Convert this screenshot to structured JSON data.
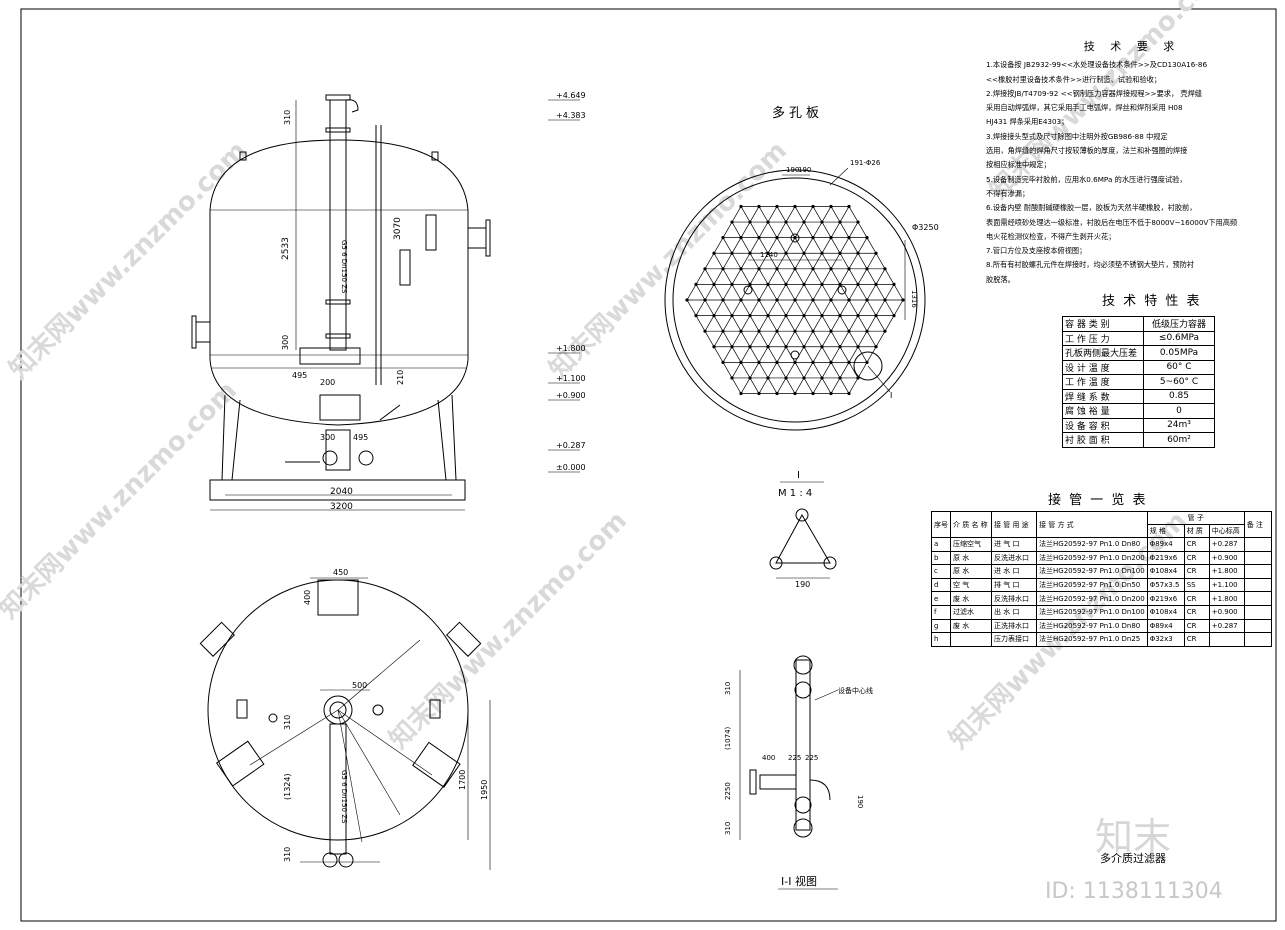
{
  "watermark": {
    "diag_text": "知末网www.znzmo.com",
    "logo_text": "知末",
    "id_text": "ID: 1138111304"
  },
  "drawing_name": "多介质过滤器",
  "perforated_plate": {
    "title": "多孔板",
    "dims": [
      "190",
      "190",
      "191-Φ26",
      "Φ3250",
      "1140",
      "1316",
      "I"
    ]
  },
  "detail_I": {
    "title": "I",
    "scale": "M 1 : 4",
    "dims": [
      "190"
    ]
  },
  "section_view": {
    "title": "I-I 视图",
    "dims": [
      "310",
      "(1074)",
      "400",
      "225",
      "225",
      "190",
      "2250",
      "310"
    ],
    "callout": "设备中心线"
  },
  "elevations": [
    "+4.649",
    "+4.383",
    "+1.800",
    "+1.100",
    "+0.900",
    "+0.287",
    "±0.000"
  ],
  "front_view": {
    "dims": [
      "310",
      "2533",
      "3070",
      "300",
      "495",
      "200",
      "210",
      "300",
      "495",
      "2040",
      "3200"
    ],
    "pipe_label": "G5 6 Dn150 ZS"
  },
  "plan_view": {
    "dims": [
      "450",
      "400",
      "500",
      "310",
      "(1324)",
      "1700",
      "1950",
      "310"
    ]
  },
  "tech_requirements": {
    "title": "技 术 要 求",
    "items": [
      "1.本设备按 JB2932-99<<水处理设备技术条件>>及CD130A16-86",
      "  <<橡胶衬里设备技术条件>>进行制造、试验和验收；",
      "2.焊接按JB/T4709-92 <<钢制压力容器焊接规程>>要求， 壳焊缝",
      "  采用自动焊弧焊，其它采用手工电弧焊，焊丝和焊剂采用 H08",
      "  HJ431 焊条采用E4303；",
      "3.焊接接头型式及尺寸除图中注明外按GB986-88 中规定",
      "  选用，角焊缝的焊角尺寸按较薄板的厚度，法兰和补强圈的焊接",
      "  按相应标准中规定；",
      "5.设备制造完毕衬胶前，应用水0.6MPa 的水压进行强度试验，",
      "  不得有渗漏；",
      "6.设备内壁 耐酸耐碱硬橡胶一层，胶板为天然半硬橡胶，衬胶前，",
      "  表面需经喷砂处理达一级标准，衬胶后在电压不低于8000V~16000V下用高频",
      "  电火花检测仪检查，不得产生剥开火花；",
      "7.管口方位及支座按本俯视图；",
      "8.所有有衬胶螺孔元件在焊接时，均必须垫不锈钢大垫片，预防衬",
      "  胶脱落。"
    ]
  },
  "characteristics": {
    "title": "技 术 特 性 表",
    "rows": [
      [
        "容 器 类 别",
        "低级压力容器"
      ],
      [
        "工 作 压 力",
        "≤0.6MPa"
      ],
      [
        "孔板两侧最大压差",
        "0.05MPa"
      ],
      [
        "设 计 温 度",
        "60° C"
      ],
      [
        "工 作 温 度",
        "5~60° C"
      ],
      [
        "焊 缝 系 数",
        "0.85"
      ],
      [
        "腐 蚀 裕 量",
        "0"
      ],
      [
        "设 备 容 积",
        "24m³"
      ],
      [
        "衬 胶 面 积",
        "60m²"
      ]
    ]
  },
  "nozzle_table": {
    "title": "接 管 一 览 表",
    "headers": [
      "序号",
      "介 质 名 称",
      "接 管 用 途",
      "接 管 方 式",
      "管 子",
      "规 格",
      "材 质",
      "中心标高",
      "备 注"
    ],
    "rows": [
      [
        "a",
        "压缩空气",
        "进 气 口",
        "法兰HG20592-97 Pn1.0 Dn80",
        "Φ89x4",
        "CR",
        "+0.287",
        ""
      ],
      [
        "b",
        "原  水",
        "反洗进水口",
        "法兰HG20592-97 Pn1.0 Dn200",
        "Φ219x6",
        "CR",
        "+0.900",
        ""
      ],
      [
        "c",
        "原  水",
        "进 水 口",
        "法兰HG20592-97 Pn1.0 Dn100",
        "Φ108x4",
        "CR",
        "+1.800",
        ""
      ],
      [
        "d",
        "空  气",
        "排 气 口",
        "法兰HG20592-97 Pn1.0 Dn50",
        "Φ57x3.5",
        "SS",
        "+1.100",
        ""
      ],
      [
        "e",
        "废  水",
        "反洗排水口",
        "法兰HG20592-97 Pn1.0 Dn200",
        "Φ219x6",
        "CR",
        "+1.800",
        ""
      ],
      [
        "f",
        "过滤水",
        "出 水 口",
        "法兰HG20592-97 Pn1.0 Dn100",
        "Φ108x4",
        "CR",
        "+0.900",
        ""
      ],
      [
        "g",
        "废  水",
        "正洗排水口",
        "法兰HG20592-97 Pn1.0 Dn80",
        "Φ89x4",
        "CR",
        "+0.287",
        ""
      ],
      [
        "h",
        "",
        "压力表接口",
        "法兰HG20592-97 Pn1.0 Dn25",
        "Φ32x3",
        "CR",
        "",
        ""
      ]
    ]
  }
}
